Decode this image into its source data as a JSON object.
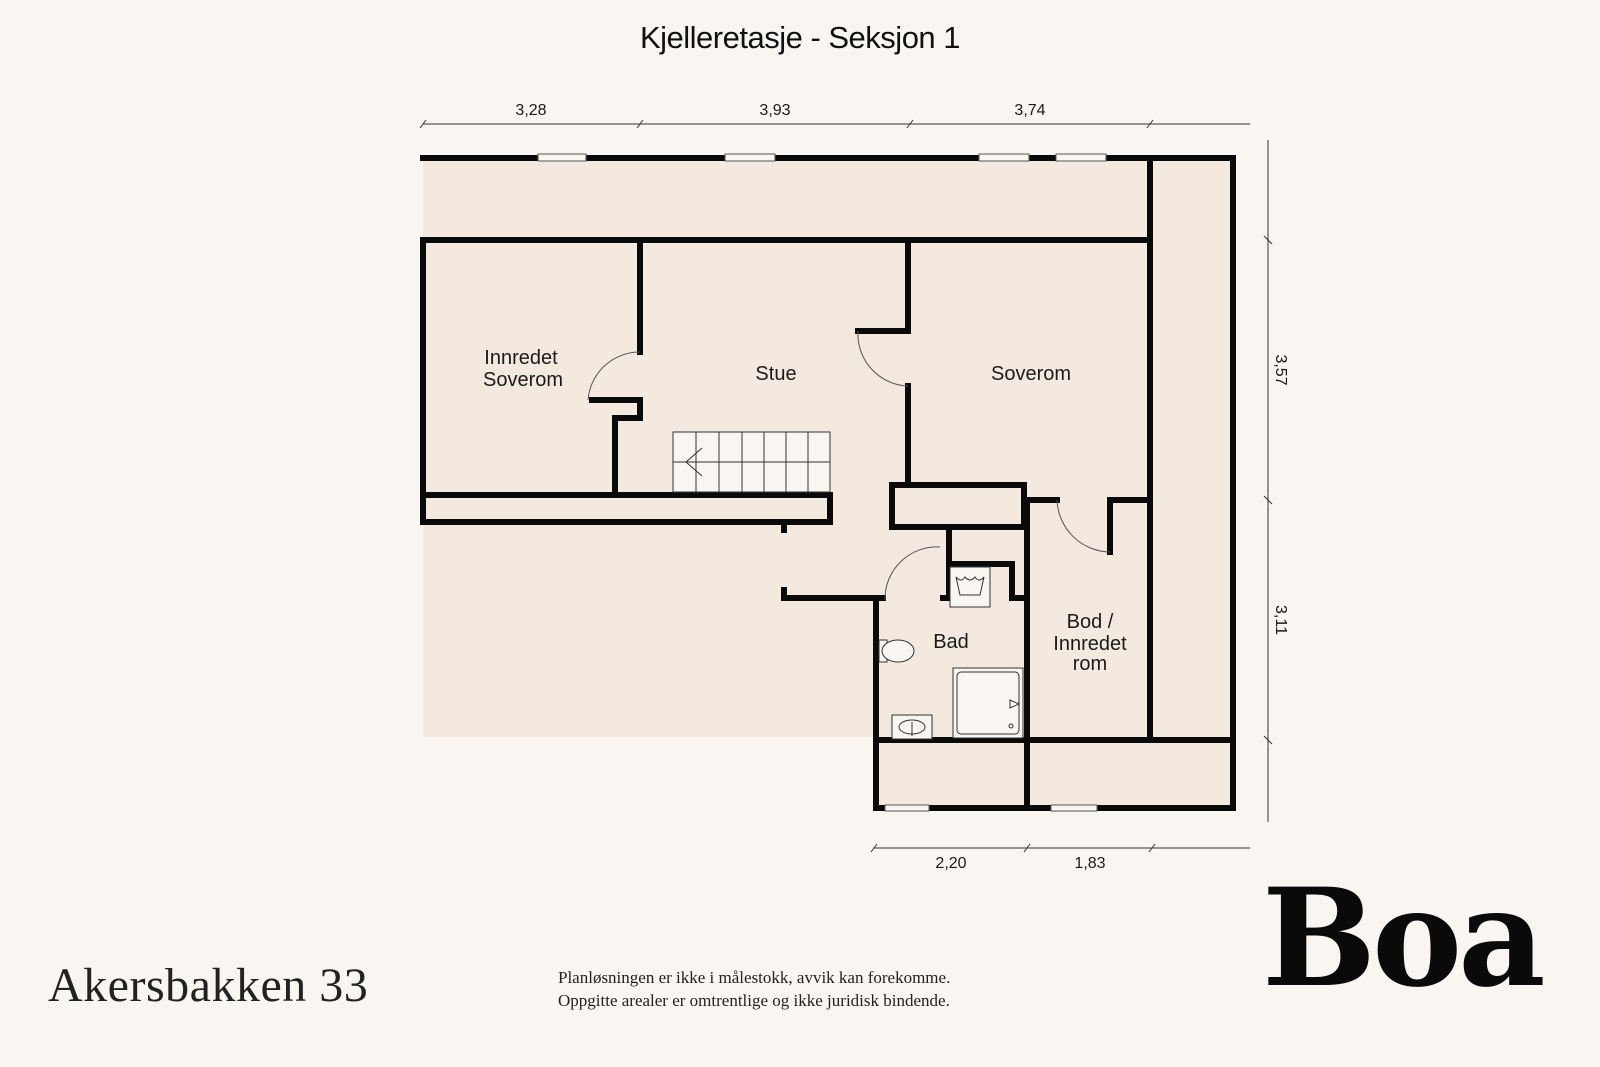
{
  "title": "Kjelleretasje - Seksjon 1",
  "colors": {
    "background": "#f9f5f1",
    "room_fill": "#f3e9df",
    "wall": "#0a0a0a",
    "fixture_fill": "#f9f5f1"
  },
  "dimensions": {
    "top": [
      "3,28",
      "3,93",
      "3,74"
    ],
    "right": [
      "3,57",
      "3,11"
    ],
    "bottom": [
      "2,20",
      "1,83"
    ]
  },
  "rooms": {
    "innredet_soverom": [
      "Innredet",
      "Soverom"
    ],
    "stue": "Stue",
    "soverom": "Soverom",
    "bad": "Bad",
    "bod": [
      "Bod /",
      "Innredet",
      "rom"
    ]
  },
  "footer": {
    "address": "Akersbakken 33",
    "disclaimer_line1": "Planløsningen er ikke i målestokk, avvik kan forekomme.",
    "disclaimer_line2": "Oppgitte arealer er omtrentlige og ikke juridisk bindende.",
    "brand": "Boa"
  }
}
